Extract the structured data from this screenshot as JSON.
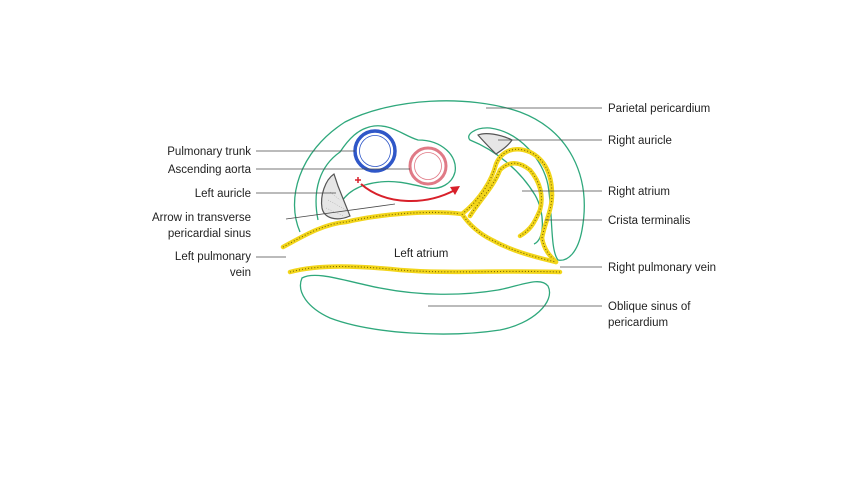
{
  "labels": {
    "pulmonary_trunk": "Pulmonary trunk",
    "ascending_aorta": "Ascending aorta",
    "left_auricle": "Left auricle",
    "arrow_line1": "Arrow in transverse",
    "arrow_line2": "pericardial sinus",
    "left_pv_line1": "Left pulmonary",
    "left_pv_line2": "vein",
    "parietal_pericardium": "Parietal pericardium",
    "right_auricle": "Right auricle",
    "right_atrium": "Right atrium",
    "crista_terminalis": "Crista terminalis",
    "right_pv": "Right pulmonary vein",
    "oblique_line1": "Oblique sinus of",
    "oblique_line2": "pericardium",
    "left_atrium": "Left atrium"
  },
  "colors": {
    "pericardium": "#2fa87c",
    "wall": "#f2d51a",
    "wall_hatch": "#6b5a00",
    "pulmonary_trunk": "#2f57c8",
    "ascending_aorta": "#e07a86",
    "arrow": "#d8202a",
    "auricle_fill": "#e6e6e6"
  }
}
